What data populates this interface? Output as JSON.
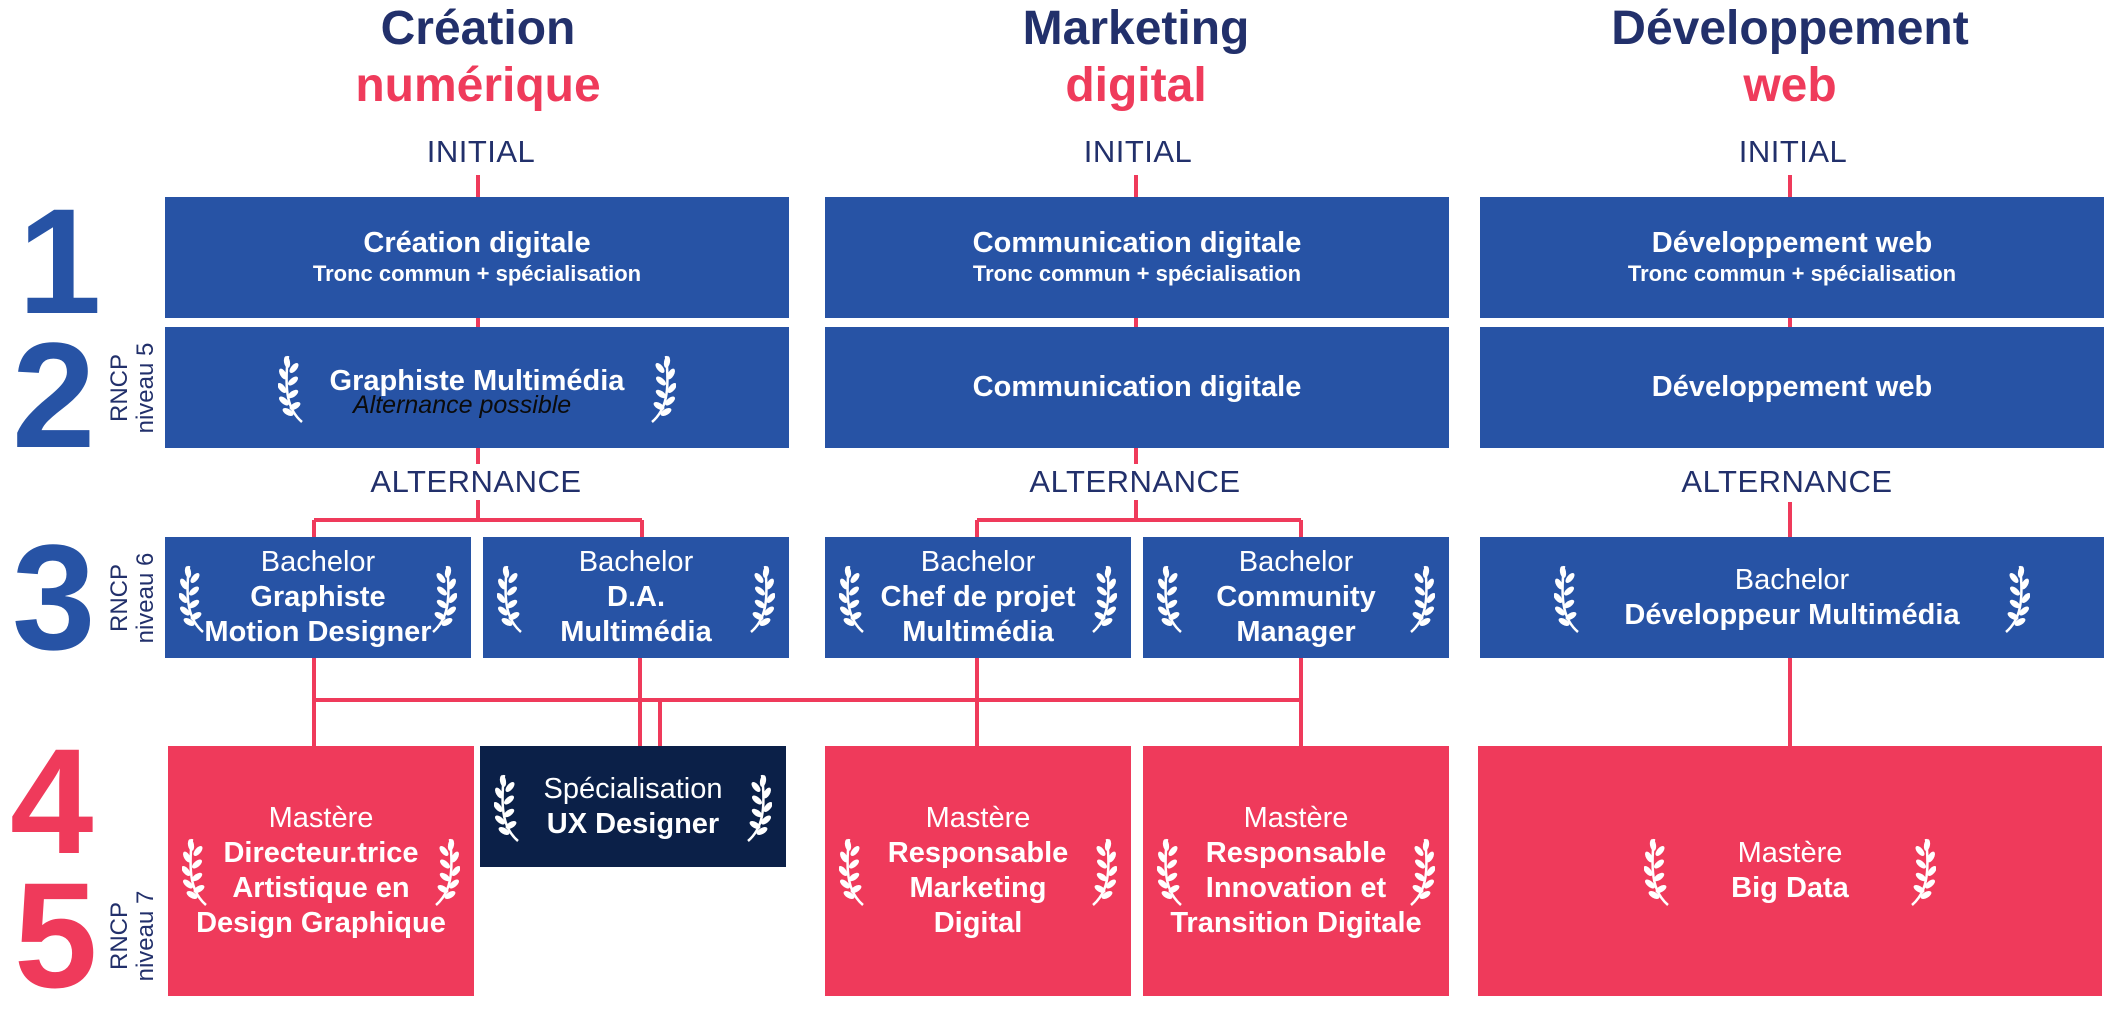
{
  "columns": [
    {
      "title_line1": "Création",
      "title_line2": "numérique",
      "initial": "INITIAL",
      "alternance": "ALTERNANCE"
    },
    {
      "title_line1": "Marketing",
      "title_line2": "digital",
      "initial": "INITIAL",
      "alternance": "ALTERNANCE"
    },
    {
      "title_line1": "Développement",
      "title_line2": "web",
      "initial": "INITIAL",
      "alternance": "ALTERNANCE"
    }
  ],
  "years": [
    "1",
    "2",
    "3",
    "4",
    "5"
  ],
  "rncp": [
    {
      "line1": "RNCP",
      "line2": "niveau 5"
    },
    {
      "line1": "RNCP",
      "line2": "niveau 6"
    },
    {
      "line1": "RNCP",
      "line2": "niveau 7"
    }
  ],
  "year1": [
    {
      "title": "Création digitale",
      "subtitle": "Tronc commun + spécialisation"
    },
    {
      "title": "Communication digitale",
      "subtitle": "Tronc commun + spécialisation"
    },
    {
      "title": "Développement web",
      "subtitle": "Tronc commun + spécialisation"
    }
  ],
  "year2": [
    {
      "title": "Graphiste Multimédia",
      "note": "Alternance possible"
    },
    {
      "title": "Communication digitale"
    },
    {
      "title": "Développement web"
    }
  ],
  "year3": [
    {
      "line1": "Bachelor",
      "line2": "Graphiste",
      "line3": "Motion Designer"
    },
    {
      "line1": "Bachelor",
      "line2": "D.A.",
      "line3": "Multimédia"
    },
    {
      "line1": "Bachelor",
      "line2": "Chef de projet",
      "line3": "Multimédia"
    },
    {
      "line1": "Bachelor",
      "line2": "Community",
      "line3": "Manager"
    },
    {
      "line1": "Bachelor",
      "line2": "Développeur Multimédia"
    }
  ],
  "specialisation": {
    "line1": "Spécialisation",
    "line2": "UX Designer"
  },
  "masters": [
    {
      "line1": "Mastère",
      "line2": "Directeur.trice",
      "line3": "Artistique en",
      "line4": "Design Graphique"
    },
    {
      "line1": "Mastère",
      "line2": "Responsable",
      "line3": "Marketing",
      "line4": "Digital"
    },
    {
      "line1": "Mastère",
      "line2": "Responsable",
      "line3": "Innovation et",
      "line4": "Transition Digitale"
    },
    {
      "line1": "Mastère",
      "line2": "Big Data"
    }
  ],
  "colors": {
    "blue": "#2753a5",
    "red": "#ef3a5b",
    "navy": "#0b2048",
    "heading": "#22306b",
    "accent": "#ef3b5b"
  },
  "icons": {
    "award": "laurel-icon"
  }
}
